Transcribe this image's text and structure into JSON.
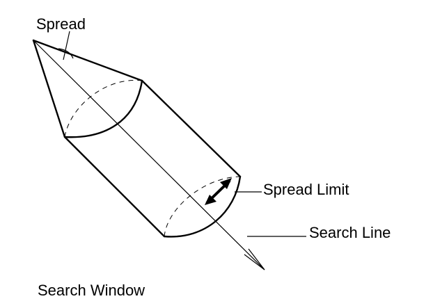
{
  "labels": {
    "spread": "Spread",
    "spread_limit": "Spread Limit",
    "search_line": "Search Line",
    "search_window": "Search Window"
  },
  "colors": {
    "ink": "#000000",
    "background": "#ffffff"
  }
}
